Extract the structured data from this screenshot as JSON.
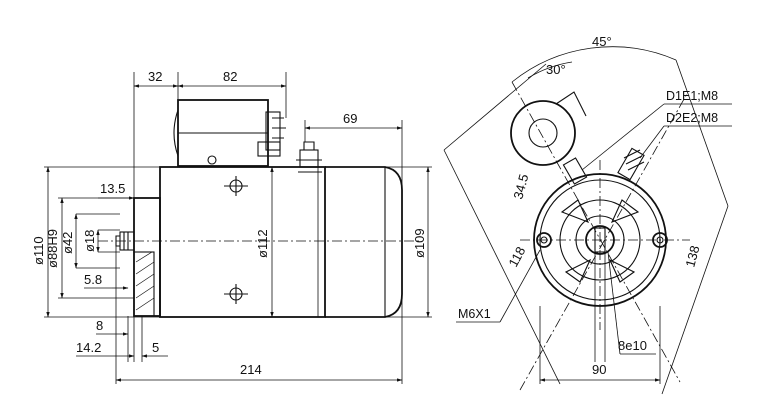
{
  "side_view": {
    "dims": {
      "d32": "32",
      "d82": "82",
      "d69": "69",
      "d13_5": "13.5",
      "d110": "ø110",
      "d88h9": "ø88H9",
      "d42": "ø42",
      "d18": "ø18",
      "d112": "ø112",
      "d109": "ø109",
      "d5_8": "5.8",
      "d8": "8",
      "d14_2": "14.2",
      "d5": "5",
      "d214": "214"
    }
  },
  "end_view": {
    "dims": {
      "a45": "45°",
      "a30": "30°",
      "d34_5": "34.5",
      "d118": "118",
      "d138": "138",
      "d90": "90",
      "d8e10": "8e10"
    },
    "labels": {
      "d1e1": "D1E1;M8",
      "d2e2": "D2E2;M8",
      "m6x1": "M6X1"
    }
  }
}
